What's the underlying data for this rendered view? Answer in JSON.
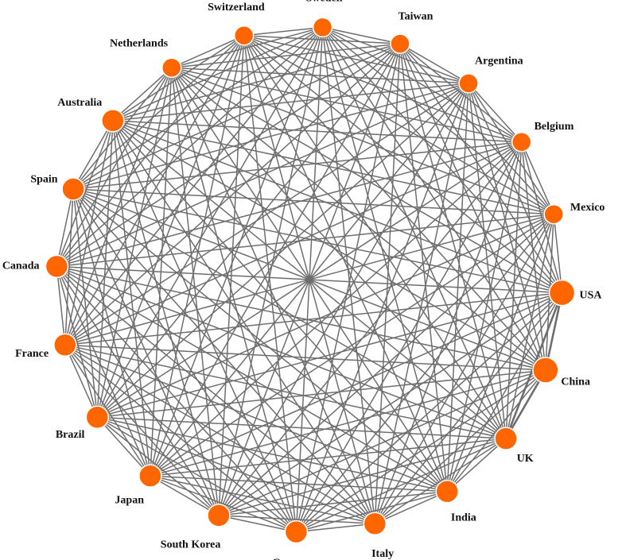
{
  "diagram": {
    "type": "circular-network",
    "node_color": "#ff6600",
    "node_stroke": "#ffffff",
    "edge_color": "#6e6e6e",
    "nodes": [
      {
        "id": "usa",
        "label": "USA",
        "size": "large"
      },
      {
        "id": "china",
        "label": "China",
        "size": "large"
      },
      {
        "id": "uk",
        "label": "UK",
        "size": "medium"
      },
      {
        "id": "india",
        "label": "India",
        "size": "medium"
      },
      {
        "id": "italy",
        "label": "Italy",
        "size": "medium"
      },
      {
        "id": "germany",
        "label": "Germany",
        "size": "medium"
      },
      {
        "id": "south-korea",
        "label": "South Korea",
        "size": "medium"
      },
      {
        "id": "japan",
        "label": "Japan",
        "size": "medium"
      },
      {
        "id": "brazil",
        "label": "Brazil",
        "size": "medium"
      },
      {
        "id": "france",
        "label": "France",
        "size": "medium"
      },
      {
        "id": "canada",
        "label": "Canada",
        "size": "medium"
      },
      {
        "id": "spain",
        "label": "Spain",
        "size": "medium"
      },
      {
        "id": "australia",
        "label": "Australia",
        "size": "medium"
      },
      {
        "id": "netherlands",
        "label": "Netherlands",
        "size": "small"
      },
      {
        "id": "switzerland",
        "label": "Switzerland",
        "size": "small"
      },
      {
        "id": "sweden",
        "label": "Sweden",
        "size": "small"
      },
      {
        "id": "taiwan",
        "label": "Taiwan",
        "size": "small"
      },
      {
        "id": "argentina",
        "label": "Argentina",
        "size": "small"
      },
      {
        "id": "belgium",
        "label": "Belgium",
        "size": "small"
      },
      {
        "id": "mexico",
        "label": "Mexico",
        "size": "small"
      }
    ]
  }
}
